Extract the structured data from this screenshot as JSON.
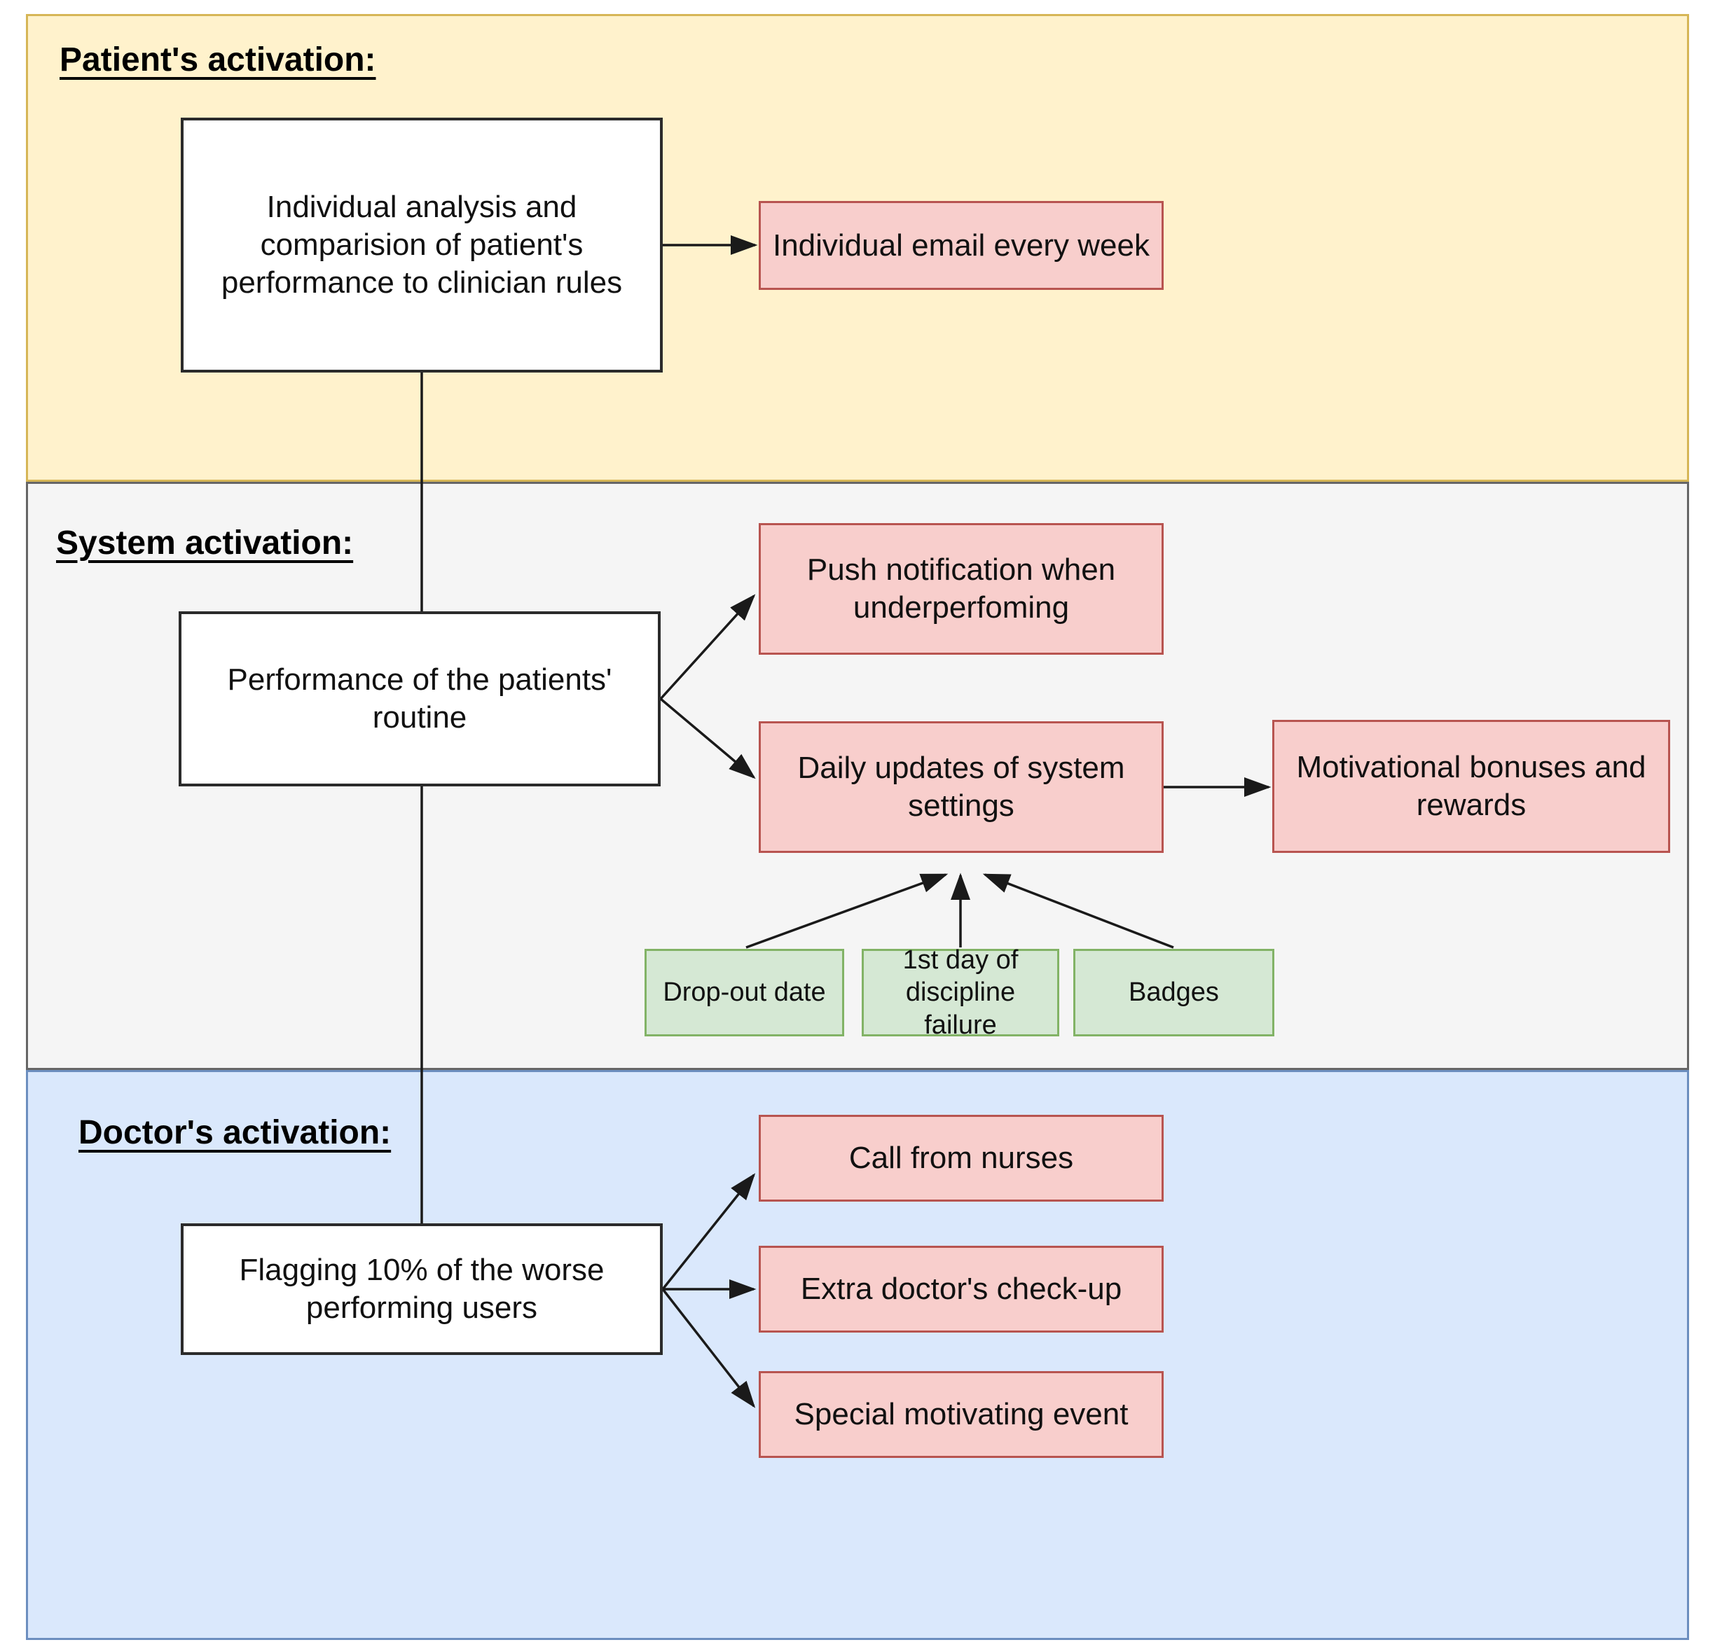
{
  "diagram": {
    "bands": {
      "patient": {
        "title": "Patient's activation:"
      },
      "system": {
        "title": "System activation:"
      },
      "doctor": {
        "title": "Doctor's activation:"
      }
    },
    "nodes": {
      "analysis": {
        "label": "Individual analysis and comparision of patient's performance to clinician rules"
      },
      "email": {
        "label": "Individual email every week"
      },
      "performance": {
        "label": "Performance of the patients' routine"
      },
      "push": {
        "label": "Push notification when underperfoming"
      },
      "daily": {
        "label": "Daily updates of system settings"
      },
      "motivational": {
        "label": "Motivational bonuses and rewards"
      },
      "dropout": {
        "label": "Drop-out date"
      },
      "firstday": {
        "label": "1st day of discipline failure"
      },
      "badges": {
        "label": "Badges"
      },
      "flagging": {
        "label": "Flagging 10% of the worse performing users"
      },
      "call": {
        "label": "Call from nurses"
      },
      "extra": {
        "label": "Extra doctor's check-up"
      },
      "special": {
        "label": "Special motivating event"
      }
    },
    "colors": {
      "band_patient_fill": "#FFF2CC",
      "band_patient_border": "#D6B656",
      "band_system_fill": "#F5F5F5",
      "band_system_border": "#666666",
      "band_doctor_fill": "#DAE8FC",
      "band_doctor_border": "#6C8EBF",
      "node_white_fill": "#FFFFFF",
      "node_white_border": "#2B2B2B",
      "node_pink_fill": "#F8CECC",
      "node_pink_border": "#B85450",
      "node_green_fill": "#D5E8D4",
      "node_green_border": "#82B366",
      "arrow": "#1A1A1A"
    }
  }
}
